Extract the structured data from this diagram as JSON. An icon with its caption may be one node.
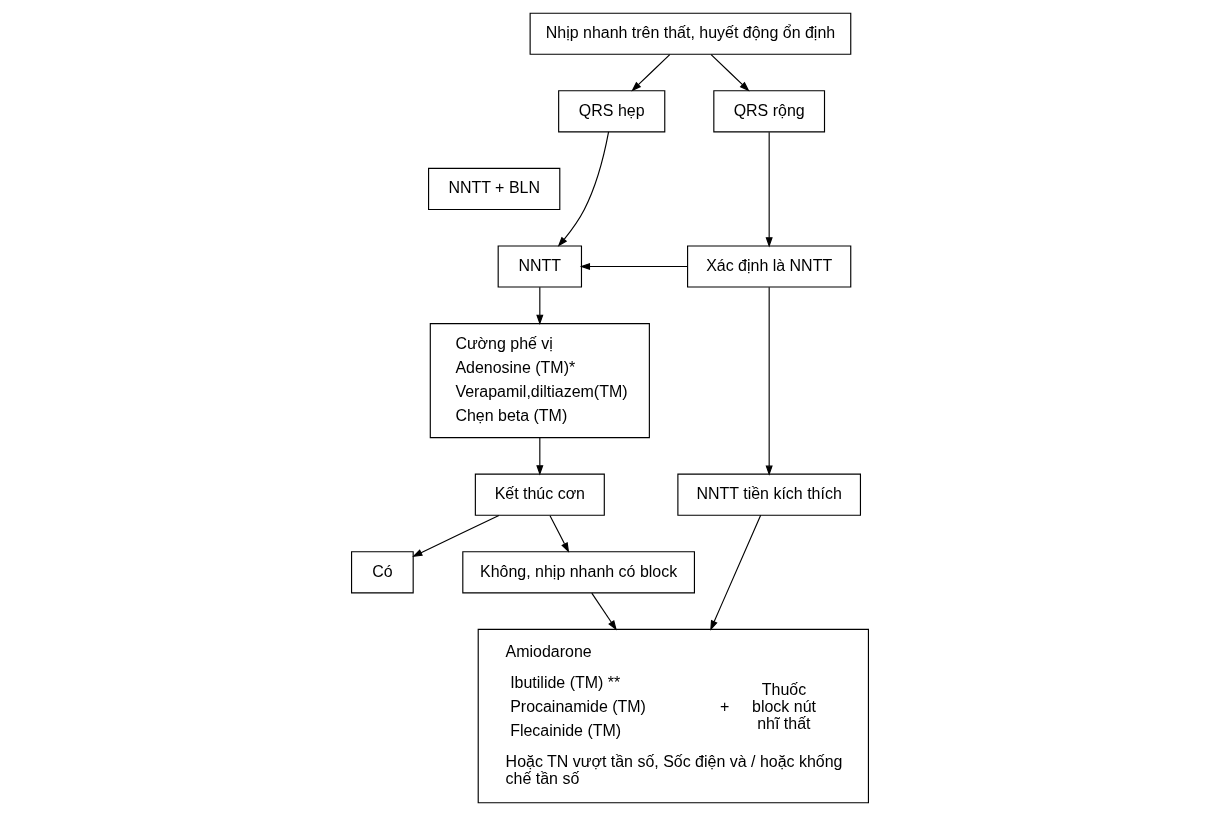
{
  "diagram": {
    "nodes": [
      {
        "text": [
          "Nhịp nhanh trên thất, huyết động ổn định"
        ]
      },
      {
        "text": [
          "QRS hẹp"
        ]
      },
      {
        "text": [
          "QRS rộng"
        ]
      },
      {
        "text": [
          "NNTT + BLN"
        ]
      },
      {
        "text": [
          "NNTT"
        ]
      },
      {
        "text": [
          "Xác định là NNTT"
        ]
      },
      {
        "text": [
          "Cường phế vị",
          "Adenosine (TM)*",
          "Verapamil,diltiazem(TM)",
          "Chẹn beta (TM)"
        ]
      },
      {
        "text": [
          "NNTT tiền kích thích"
        ]
      },
      {
        "text": [
          "Kết thúc cơn"
        ]
      },
      {
        "text": [
          "Có"
        ]
      },
      {
        "text": [
          "Không, nhịp nhanh có block"
        ]
      },
      {
        "text": [
          "Amiodarone",
          "Ibutilide (TM) **",
          "Procainamide (TM)",
          "Flecainide (TM)",
          "+",
          "Thuốc block nút nhĩ thất",
          "Hoặc TN vượt tần số, Sốc điện và / hoặc khống chế tần số"
        ]
      }
    ],
    "edges": [
      {
        "from": 0,
        "to": 1,
        "arrow": "to"
      },
      {
        "from": 0,
        "to": 2,
        "arrow": "to"
      },
      {
        "from": 1,
        "to": 4,
        "arrow": "to"
      },
      {
        "from": 2,
        "to": 5,
        "arrow": "to"
      },
      {
        "from": 5,
        "to": 4,
        "arrow": "to"
      },
      {
        "from": 4,
        "to": 6,
        "arrow": "to"
      },
      {
        "from": 5,
        "to": 7,
        "arrow": "to"
      },
      {
        "from": 6,
        "to": 8,
        "arrow": "to"
      },
      {
        "from": 7,
        "to": 11,
        "arrow": "to"
      },
      {
        "from": 8,
        "to": 9,
        "arrow": "to"
      },
      {
        "from": 8,
        "to": 10,
        "arrow": "to"
      },
      {
        "from": 10,
        "to": 11,
        "arrow": "to"
      }
    ]
  }
}
